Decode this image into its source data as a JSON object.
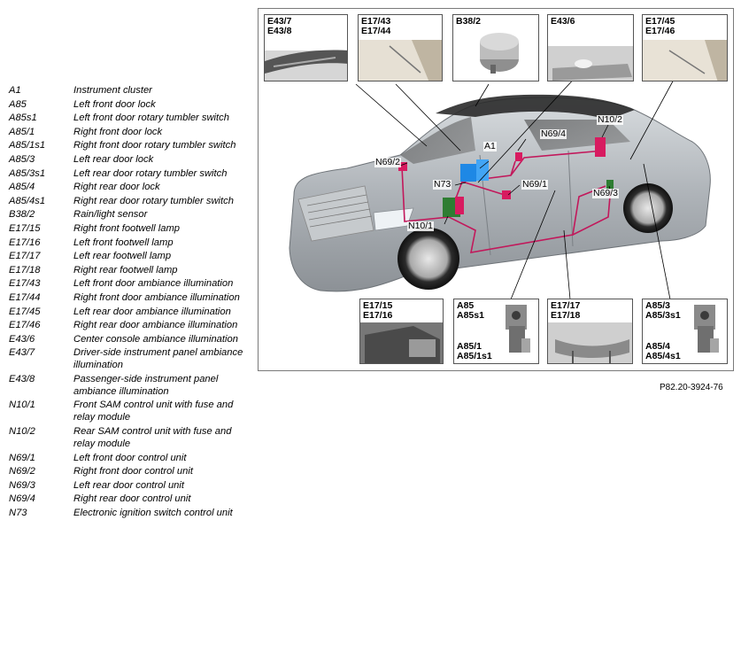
{
  "legend": [
    {
      "code": "A1",
      "desc": "Instrument cluster"
    },
    {
      "code": "A85",
      "desc": "Left front door lock"
    },
    {
      "code": "A85s1",
      "desc": "Left front door rotary tumbler switch"
    },
    {
      "code": "A85/1",
      "desc": "Right front door lock"
    },
    {
      "code": "A85/1s1",
      "desc": "Right front door rotary tumbler switch"
    },
    {
      "code": "A85/3",
      "desc": "Left rear door lock"
    },
    {
      "code": "A85/3s1",
      "desc": "Left rear door rotary tumbler switch"
    },
    {
      "code": "A85/4",
      "desc": "Right rear door lock"
    },
    {
      "code": "A85/4s1",
      "desc": "Right rear door rotary tumbler switch"
    },
    {
      "code": "B38/2",
      "desc": "Rain/light sensor"
    },
    {
      "code": "E17/15",
      "desc": "Right front footwell lamp"
    },
    {
      "code": "E17/16",
      "desc": "Left front footwell lamp"
    },
    {
      "code": "E17/17",
      "desc": "Left rear footwell lamp"
    },
    {
      "code": "E17/18",
      "desc": "Right rear footwell lamp"
    },
    {
      "code": "E17/43",
      "desc": "Left front door ambiance illumination"
    },
    {
      "code": "E17/44",
      "desc": "Right front door ambiance illumination"
    },
    {
      "code": "E17/45",
      "desc": "Left rear door ambiance illumination"
    },
    {
      "code": "E17/46",
      "desc": "Right rear door ambiance illumination"
    },
    {
      "code": "E43/6",
      "desc": "Center console ambiance illumination"
    },
    {
      "code": "E43/7",
      "desc": "Driver-side instrument panel ambiance illumination"
    },
    {
      "code": "E43/8",
      "desc": "Passenger-side instrument panel ambiance illumination"
    },
    {
      "code": "N10/1",
      "desc": "Front SAM control unit with fuse and relay module"
    },
    {
      "code": "N10/2",
      "desc": "Rear SAM control unit with fuse and relay module"
    },
    {
      "code": "N69/1",
      "desc": "Left front door control unit"
    },
    {
      "code": "N69/2",
      "desc": "Right front door control unit"
    },
    {
      "code": "N69/3",
      "desc": "Left rear door control unit"
    },
    {
      "code": "N69/4",
      "desc": "Right rear door control unit"
    },
    {
      "code": "N73",
      "desc": "Electronic ignition switch control unit"
    }
  ],
  "insets": {
    "e43_7": {
      "l1": "E43/7",
      "l2": "E43/8"
    },
    "e17_43": {
      "l1": "E17/43",
      "l2": "E17/44"
    },
    "b38_2": {
      "l1": "B38/2"
    },
    "e43_6": {
      "l1": "E43/6"
    },
    "e17_45": {
      "l1": "E17/45",
      "l2": "E17/46"
    },
    "e17_15": {
      "l1": "E17/15",
      "l2": "E17/16"
    },
    "a85": {
      "l1": "A85",
      "l2": "A85s1",
      "l3": "A85/1",
      "l4": "A85/1s1"
    },
    "e17_17": {
      "l1": "E17/17",
      "l2": "E17/18"
    },
    "a85_3": {
      "l1": "A85/3",
      "l2": "A85/3s1",
      "l3": "A85/4",
      "l4": "A85/4s1"
    }
  },
  "callouts": {
    "a1": "A1",
    "n69_4": "N69/4",
    "n10_2": "N10/2",
    "n69_2": "N69/2",
    "n73": "N73",
    "n69_1": "N69/1",
    "n69_3": "N69/3",
    "n10_1": "N10/1"
  },
  "figure_ref": "P82.20-3924-76",
  "colors": {
    "wiring": "#c2185b",
    "component_blue": "#1e88e5",
    "component_green": "#2e7d32",
    "component_magenta": "#d81b60",
    "car_body": "#b4b9be"
  }
}
